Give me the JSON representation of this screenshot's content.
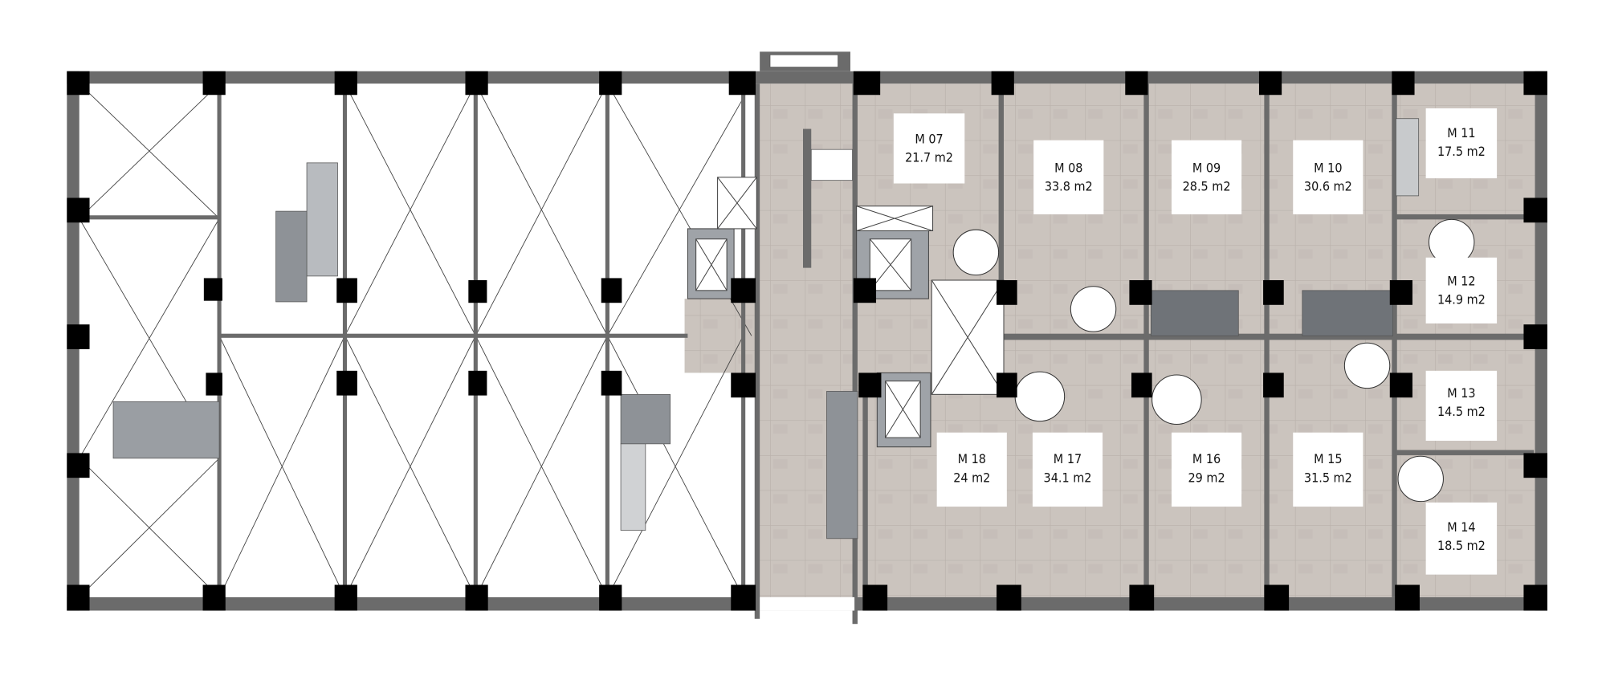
{
  "plan": {
    "rooms": [
      {
        "id": "M 07",
        "area": "21.7 m2"
      },
      {
        "id": "M 08",
        "area": "33.8 m2"
      },
      {
        "id": "M 09",
        "area": "28.5 m2"
      },
      {
        "id": "M 10",
        "area": "30.6 m2"
      },
      {
        "id": "M 11",
        "area": "17.5 m2"
      },
      {
        "id": "M 12",
        "area": "14.9 m2"
      },
      {
        "id": "M 13",
        "area": "14.5 m2"
      },
      {
        "id": "M 14",
        "area": "18.5 m2"
      },
      {
        "id": "M 15",
        "area": "31.5  m2"
      },
      {
        "id": "M 16",
        "area": "29 m2"
      },
      {
        "id": "M 17",
        "area": "34.1 m2"
      },
      {
        "id": "M 18",
        "area": "24 m2"
      }
    ],
    "colors": {
      "wall": "#6b6b6b",
      "column": "#000000",
      "floor": "#cbc4be",
      "floor_line": "#b9b1ab",
      "label_bg": "#ffffff"
    }
  }
}
